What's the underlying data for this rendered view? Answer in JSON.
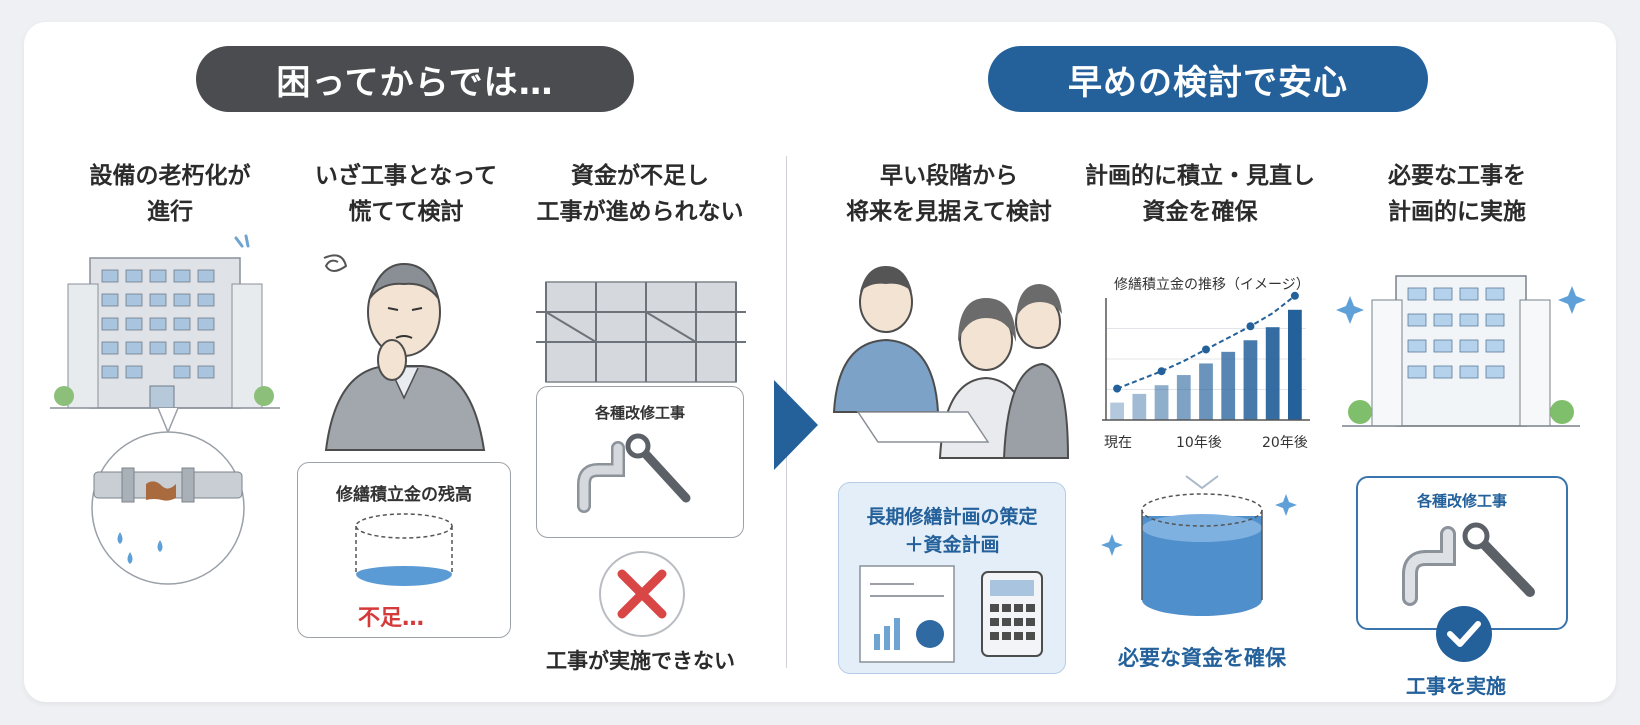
{
  "left_banner": "困ってからでは…",
  "right_banner": "早めの検討で安心",
  "colors": {
    "dark_pill": "#4a4c4f",
    "accent_blue": "#24619b",
    "warning_red": "#d43a3a",
    "light_blue": "#e4eef8"
  },
  "steps_before": [
    {
      "line1": "設備の老朽化が",
      "line2": "進行",
      "icon": "aging-building-icon"
    },
    {
      "line1": "いざ工事となって",
      "line2": "慌てて検討",
      "icon": "worried-man-icon",
      "box_label": "修繕積立金の残高",
      "status": "不足…"
    },
    {
      "line1": "資金が不足し",
      "line2": "工事が進められない",
      "icon": "scaffolding-icon",
      "box_label": "各種改修工事",
      "result": "工事が実施できない"
    }
  ],
  "steps_after": [
    {
      "line1": "早い段階から",
      "line2": "将来を見据えて検討",
      "icon": "meeting-icon",
      "plan_line1": "長期修繕計画の策定",
      "plan_line2": "＋資金計画"
    },
    {
      "line1": "計画的に積立・見直し",
      "line2": "資金を確保",
      "icon": "growth-chart-icon",
      "result": "必要な資金を確保"
    },
    {
      "line1": "必要な工事を",
      "line2": "計画的に実施",
      "icon": "renewed-building-icon",
      "box_label": "各種改修工事",
      "result": "工事を実施"
    }
  ],
  "chart_data": {
    "type": "bar",
    "title": "修繕積立金の推移（イメージ）",
    "categories": [
      "現在",
      "",
      "",
      "",
      "10年後",
      "",
      "",
      "",
      "20年後"
    ],
    "x_tick_labels": [
      "現在",
      "10年後",
      "20年後"
    ],
    "values": [
      1.2,
      1.8,
      2.4,
      3.1,
      3.9,
      4.7,
      5.5,
      6.4,
      7.6
    ],
    "ylim": [
      0,
      8
    ],
    "trend_line": true,
    "grid": true,
    "xlabel": "",
    "ylabel": ""
  }
}
